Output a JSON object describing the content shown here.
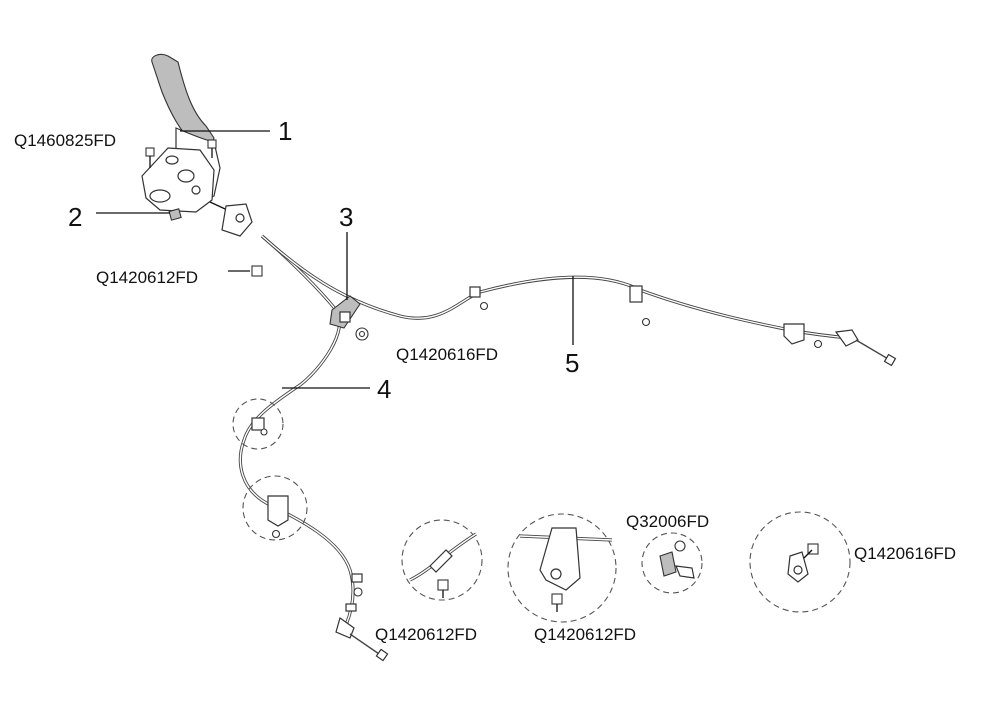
{
  "callouts": {
    "c1": "1",
    "c2": "2",
    "c3": "3",
    "c4": "4",
    "c5": "5"
  },
  "part_numbers": {
    "lever_bolt": "Q1460825FD",
    "cable_bolt_upper": "Q1420612FD",
    "bracket_bolt_mid": "Q1420616FD",
    "detail_a_bolt": "Q1420612FD",
    "detail_b_bolt": "Q1420612FD",
    "detail_c_nut": "Q32006FD",
    "detail_d_bolt": "Q1420616FD"
  }
}
